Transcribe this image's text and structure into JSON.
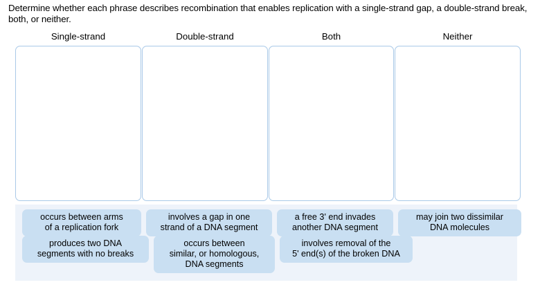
{
  "prompt": {
    "text": "Determine whether each phrase describes recombination that enables replication with a single-strand gap, a double-strand break, both, or neither."
  },
  "colors": {
    "page_background": "#ffffff",
    "dropzone_border": "#a9c9e8",
    "dropzone_fill": "#ffffff",
    "tile_fill": "#c9dff2",
    "bank_background": "#eef3fa",
    "text": "#000000"
  },
  "columns": [
    {
      "id": "single-strand",
      "label": "Single-strand",
      "items": []
    },
    {
      "id": "double-strand",
      "label": "Double-strand",
      "items": []
    },
    {
      "id": "both",
      "label": "Both",
      "items": []
    },
    {
      "id": "neither",
      "label": "Neither",
      "items": []
    }
  ],
  "tile_bank": {
    "rows": [
      {
        "tiles": [
          {
            "id": "tile-1",
            "text": "occurs between arms\nof a replication fork"
          },
          {
            "id": "tile-2",
            "text": "involves a gap in one\nstrand of a DNA segment"
          },
          {
            "id": "tile-3",
            "text": "a free 3' end invades\nanother DNA segment"
          },
          {
            "id": "tile-4",
            "text": "may join two dissimilar\nDNA molecules"
          }
        ]
      },
      {
        "tiles": [
          {
            "id": "tile-5",
            "text": "produces two DNA\nsegments with no breaks"
          },
          {
            "id": "tile-6",
            "text": "occurs between\nsimilar, or homologous,\nDNA segments"
          },
          {
            "id": "tile-7",
            "text": "involves removal of the\n5' end(s) of the broken DNA"
          }
        ]
      }
    ]
  }
}
